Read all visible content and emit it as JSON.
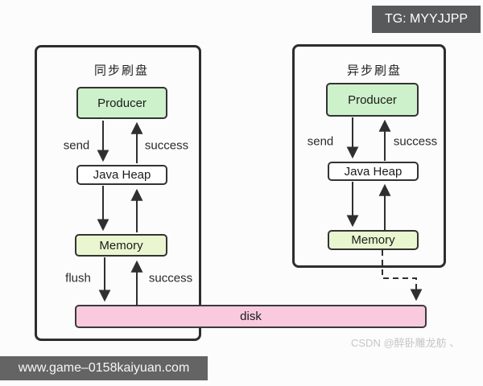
{
  "badge": {
    "text": "TG: MYYJJPP"
  },
  "panels": {
    "sync": {
      "title": "同步刷盘",
      "nodes": {
        "producer": "Producer",
        "java_heap": "Java Heap",
        "memory": "Memory"
      },
      "edge_labels": {
        "send": "send",
        "success_upper": "success",
        "flush": "flush",
        "success_lower": "success"
      }
    },
    "async": {
      "title": "异步刷盘",
      "nodes": {
        "producer": "Producer",
        "java_heap": "Java Heap",
        "memory": "Memory"
      },
      "edge_labels": {
        "send": "send",
        "success": "success"
      }
    }
  },
  "disk": {
    "label": "disk"
  },
  "watermark": {
    "text": "CSDN @醉卧雕龙舫 、"
  },
  "footer": {
    "text": "www.game–0158kaiyuan.com"
  },
  "colors": {
    "producer_fill": "#cdf1ca",
    "java_heap_fill": "#ffffff",
    "memory_fill": "#e9f6d0",
    "disk_fill": "#f9cadd",
    "line": "#2f2f2f",
    "badge_bg": "#58595b",
    "footer_bg": "#646464",
    "watermark_text": "#c6c6c6"
  }
}
